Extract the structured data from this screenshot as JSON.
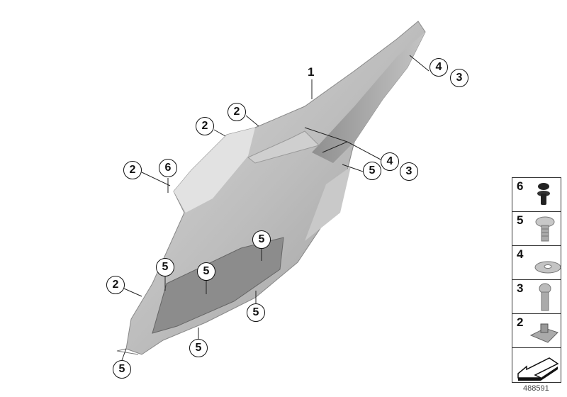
{
  "diagram_id": "488591",
  "part_label": "1",
  "callouts": [
    "2",
    "2",
    "2",
    "2",
    "6",
    "4",
    "3",
    "4",
    "3",
    "5",
    "5",
    "5",
    "5",
    "5",
    "5",
    "5"
  ],
  "legend": [
    {
      "number": "6",
      "icon": "push-rivet-icon"
    },
    {
      "number": "5",
      "icon": "torx-screw-icon"
    },
    {
      "number": "4",
      "icon": "washer-icon"
    },
    {
      "number": "3",
      "icon": "bolt-icon"
    },
    {
      "number": "2",
      "icon": "clip-nut-icon"
    },
    {
      "number": "",
      "icon": "direction-arrow-icon"
    }
  ]
}
